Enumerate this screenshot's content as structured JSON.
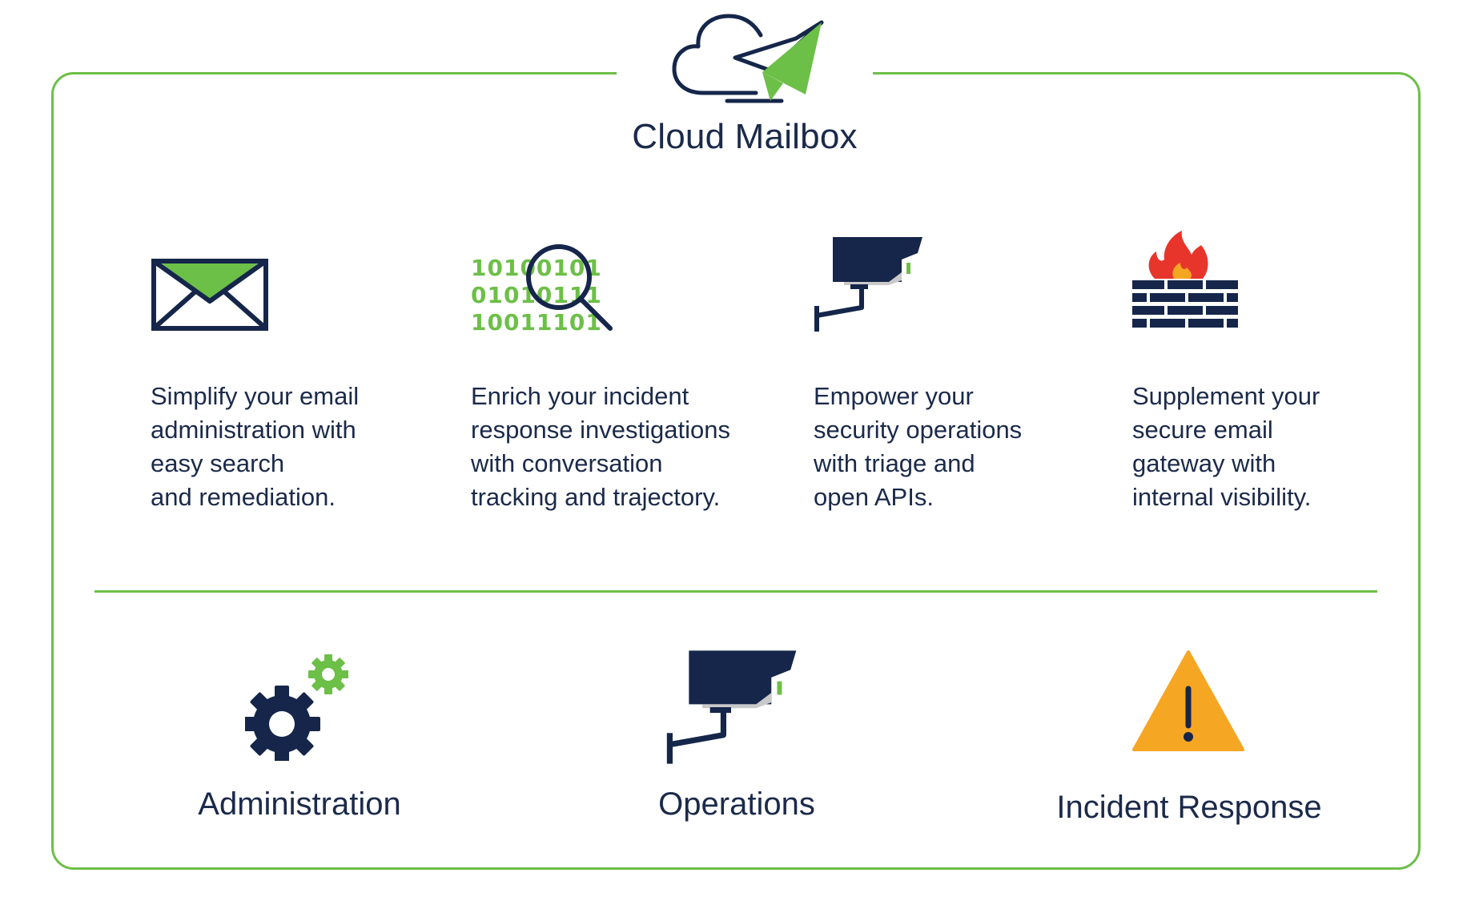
{
  "title": "Cloud Mailbox",
  "colors": {
    "navy": "#15264a",
    "green": "#6cbf47",
    "orange": "#f5a623",
    "red": "#e8352b",
    "gray": "#c9c9c9"
  },
  "features": [
    {
      "icon": "envelope-icon",
      "lines": [
        "Simplify your email",
        "administration with",
        "easy search",
        "and remediation."
      ]
    },
    {
      "icon": "binary-search-icon",
      "binary": [
        "10100101",
        "01010111",
        "10011101"
      ],
      "lines": [
        "Enrich your incident",
        "response investigations",
        "with conversation",
        "tracking and trajectory."
      ]
    },
    {
      "icon": "security-camera-icon",
      "lines": [
        "Empower your",
        "security operations",
        "with triage and",
        "open APIs."
      ]
    },
    {
      "icon": "firewall-icon",
      "lines": [
        "Supplement your",
        "secure email",
        "gateway with",
        "internal visibility."
      ]
    }
  ],
  "pillars": [
    {
      "icon": "gears-icon",
      "label": "Administration"
    },
    {
      "icon": "security-camera-icon",
      "label": "Operations"
    },
    {
      "icon": "warning-icon",
      "label": "Incident Response"
    }
  ]
}
